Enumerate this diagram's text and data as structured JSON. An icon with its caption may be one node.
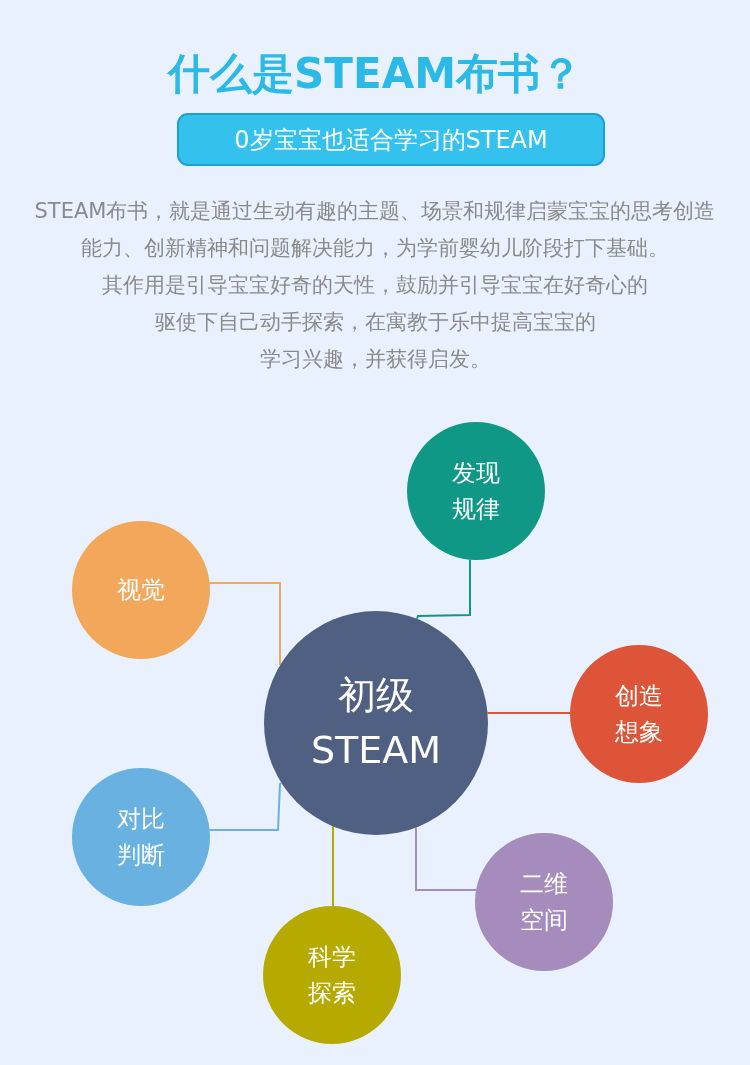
{
  "diagram": {
    "title": "什么是STEAM布书？",
    "nodes": [
      {
        "text": [
          "0岁宝宝也适合学习的STEAM"
        ]
      },
      {
        "text": [
          "初级 STEAM"
        ]
      },
      {
        "text": [
          "发现规律"
        ]
      },
      {
        "text": [
          "视觉"
        ]
      },
      {
        "text": [
          "创造想象"
        ]
      },
      {
        "text": [
          "对比判断"
        ]
      },
      {
        "text": [
          "二维空间"
        ]
      },
      {
        "text": [
          "科学探索"
        ]
      }
    ],
    "edges": [
      {
        "from": 1,
        "to": 2,
        "arrow": "none",
        "color": "#109887"
      },
      {
        "from": 1,
        "to": 3,
        "arrow": "none",
        "color": "#f3a75a"
      },
      {
        "from": 1,
        "to": 4,
        "arrow": "none",
        "color": "#de5438"
      },
      {
        "from": 1,
        "to": 5,
        "arrow": "none",
        "color": "#68b1e1"
      },
      {
        "from": 1,
        "to": 6,
        "arrow": "none",
        "color": "#a58cbd"
      },
      {
        "from": 1,
        "to": 7,
        "arrow": "none",
        "color": "#b6aa00"
      }
    ],
    "labels": [
      "STEAM布书，就是通过生动有趣的主题、场景和规律启蒙宝宝的思考创造能力、创新精神和问题解决能力，为学前婴幼儿阶段打下基础。",
      "其作用是引导宝宝好奇的天性，鼓励并引导宝宝在好奇心的",
      "驱使下自己动手探索，在寓教于乐中提高宝宝的",
      "学习兴趣，并获得启发。"
    ]
  }
}
